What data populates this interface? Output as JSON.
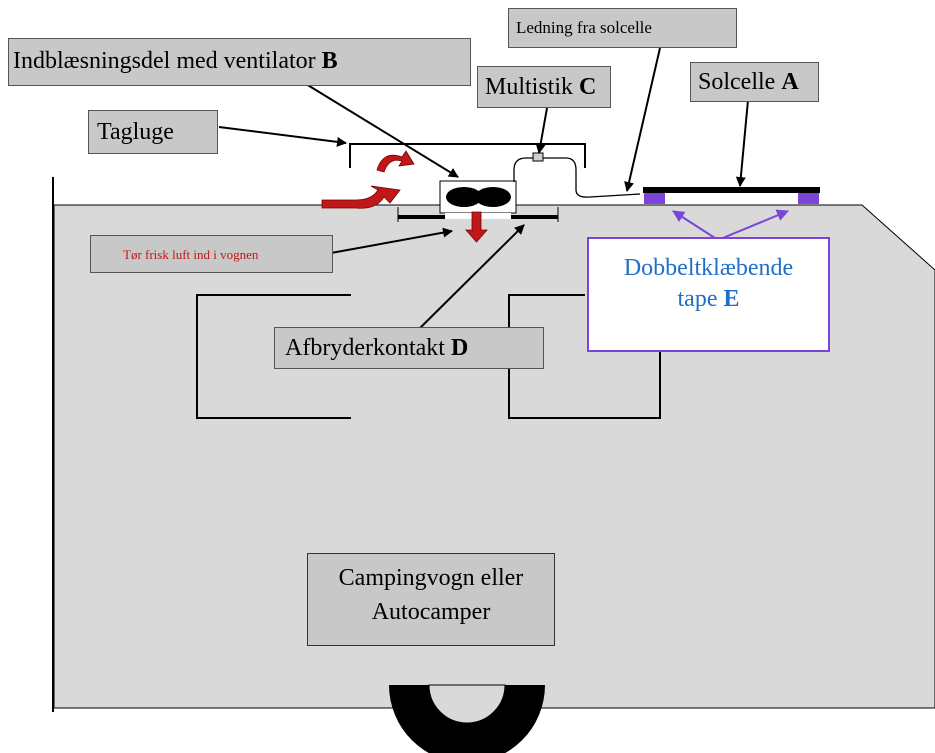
{
  "labels": {
    "ledning": "Ledning fra solcelle",
    "indblaesning": {
      "text": "Indblæsningsdel med ventilator",
      "letter": "B"
    },
    "multistik": {
      "text": "Multistik",
      "letter": "C"
    },
    "solcelle": {
      "text": "Solcelle",
      "letter": "A"
    },
    "tagluge": "Tagluge",
    "tor_luft": "Tør frisk luft ind i vognen",
    "afbryder": {
      "text": "Afbryderkontakt",
      "letter": "D"
    },
    "tape": {
      "line1": "Dobbeltklæbende",
      "line2": "tape",
      "letter": "E"
    },
    "vogn": {
      "line1": "Campingvogn eller",
      "line2": "Autocamper"
    }
  },
  "colors": {
    "body_fill": "#d9d9d9",
    "label_fill": "#c8c8c8",
    "tape_purple": "#7a45d8",
    "arrow_red": "#c01818",
    "tape_text_blue": "#1f6fc9"
  }
}
